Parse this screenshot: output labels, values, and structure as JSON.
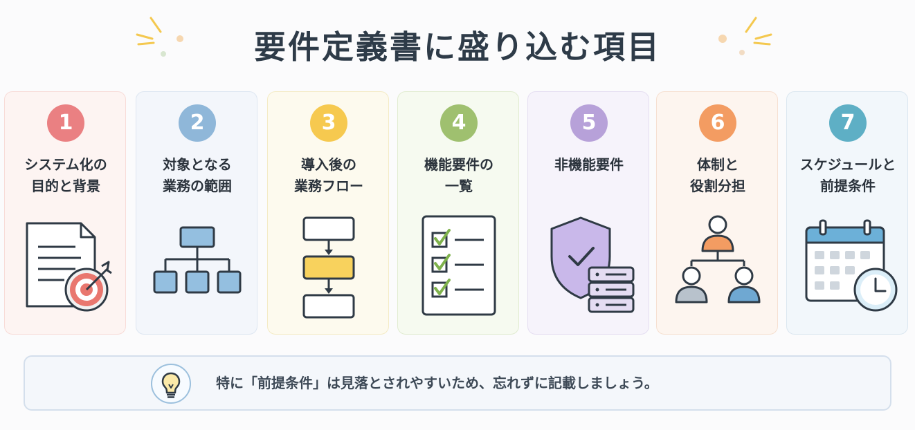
{
  "header": {
    "title": "要件定義書に盛り込む項目"
  },
  "items": [
    {
      "number": "1",
      "label": "システム化の\n目的と背景",
      "color": "#ea8082",
      "bg": "#fdf4f2",
      "border": "#f8dcd8",
      "icon": "document-target-icon"
    },
    {
      "number": "2",
      "label": "対象となる\n業務の範囲",
      "color": "#8fb7d9",
      "bg": "#f3f6fb",
      "border": "#dde6f1",
      "icon": "org-chart-icon"
    },
    {
      "number": "3",
      "label": "導入後の\n業務フロー",
      "color": "#f6c94f",
      "bg": "#fdfaee",
      "border": "#f4ebc5",
      "icon": "flowchart-icon"
    },
    {
      "number": "4",
      "label": "機能要件の\n一覧",
      "color": "#9fc06f",
      "bg": "#f6faf0",
      "border": "#e1ecd1",
      "icon": "checklist-icon"
    },
    {
      "number": "5",
      "label": "非機能要件",
      "color": "#b7a1d9",
      "bg": "#f6f3fb",
      "border": "#e5def1",
      "icon": "shield-server-icon"
    },
    {
      "number": "6",
      "label": "体制と\n役割分担",
      "color": "#f39c62",
      "bg": "#fdf5ef",
      "border": "#f6e0d1",
      "icon": "team-structure-icon"
    },
    {
      "number": "7",
      "label": "スケジュールと\n前提条件",
      "color": "#5eafc5",
      "bg": "#f2f7fb",
      "border": "#dbe7f0",
      "icon": "calendar-clock-icon"
    }
  ],
  "tip": {
    "text": "特に「前提条件」は見落とされやすいため、忘れずに記載しましょう。",
    "icon": "lightbulb-icon"
  }
}
